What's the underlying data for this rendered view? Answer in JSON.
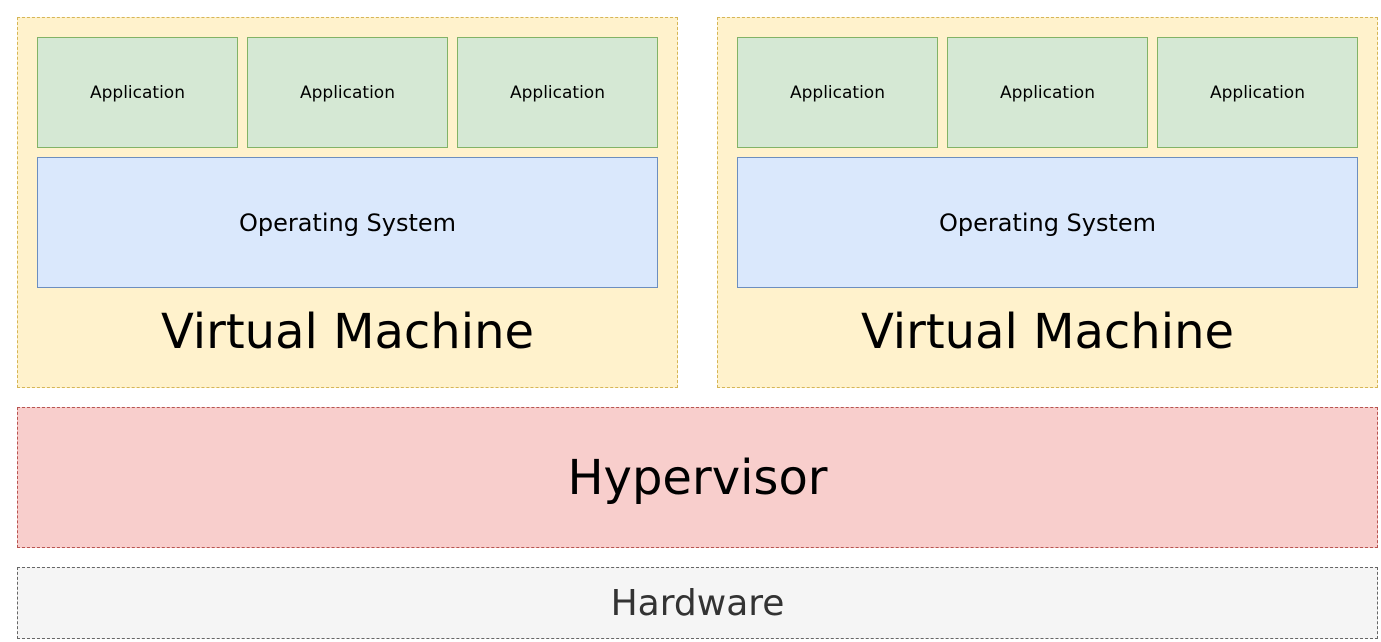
{
  "virtual_machines": [
    {
      "label": "Virtual Machine",
      "applications": [
        "Application",
        "Application",
        "Application"
      ],
      "os": "Operating System"
    },
    {
      "label": "Virtual Machine",
      "applications": [
        "Application",
        "Application",
        "Application"
      ],
      "os": "Operating System"
    }
  ],
  "hypervisor": {
    "label": "Hypervisor"
  },
  "hardware": {
    "label": "Hardware"
  },
  "colors": {
    "vm_fill": "#fff2cc",
    "vm_border": "#d6b656",
    "app_fill": "#d5e8d4",
    "app_border": "#82b366",
    "os_fill": "#dae8fc",
    "os_border": "#6c8ebf",
    "hypervisor_fill": "#f8cecc",
    "hypervisor_border": "#b85450",
    "hardware_fill": "#f5f5f5",
    "hardware_border": "#666666"
  }
}
